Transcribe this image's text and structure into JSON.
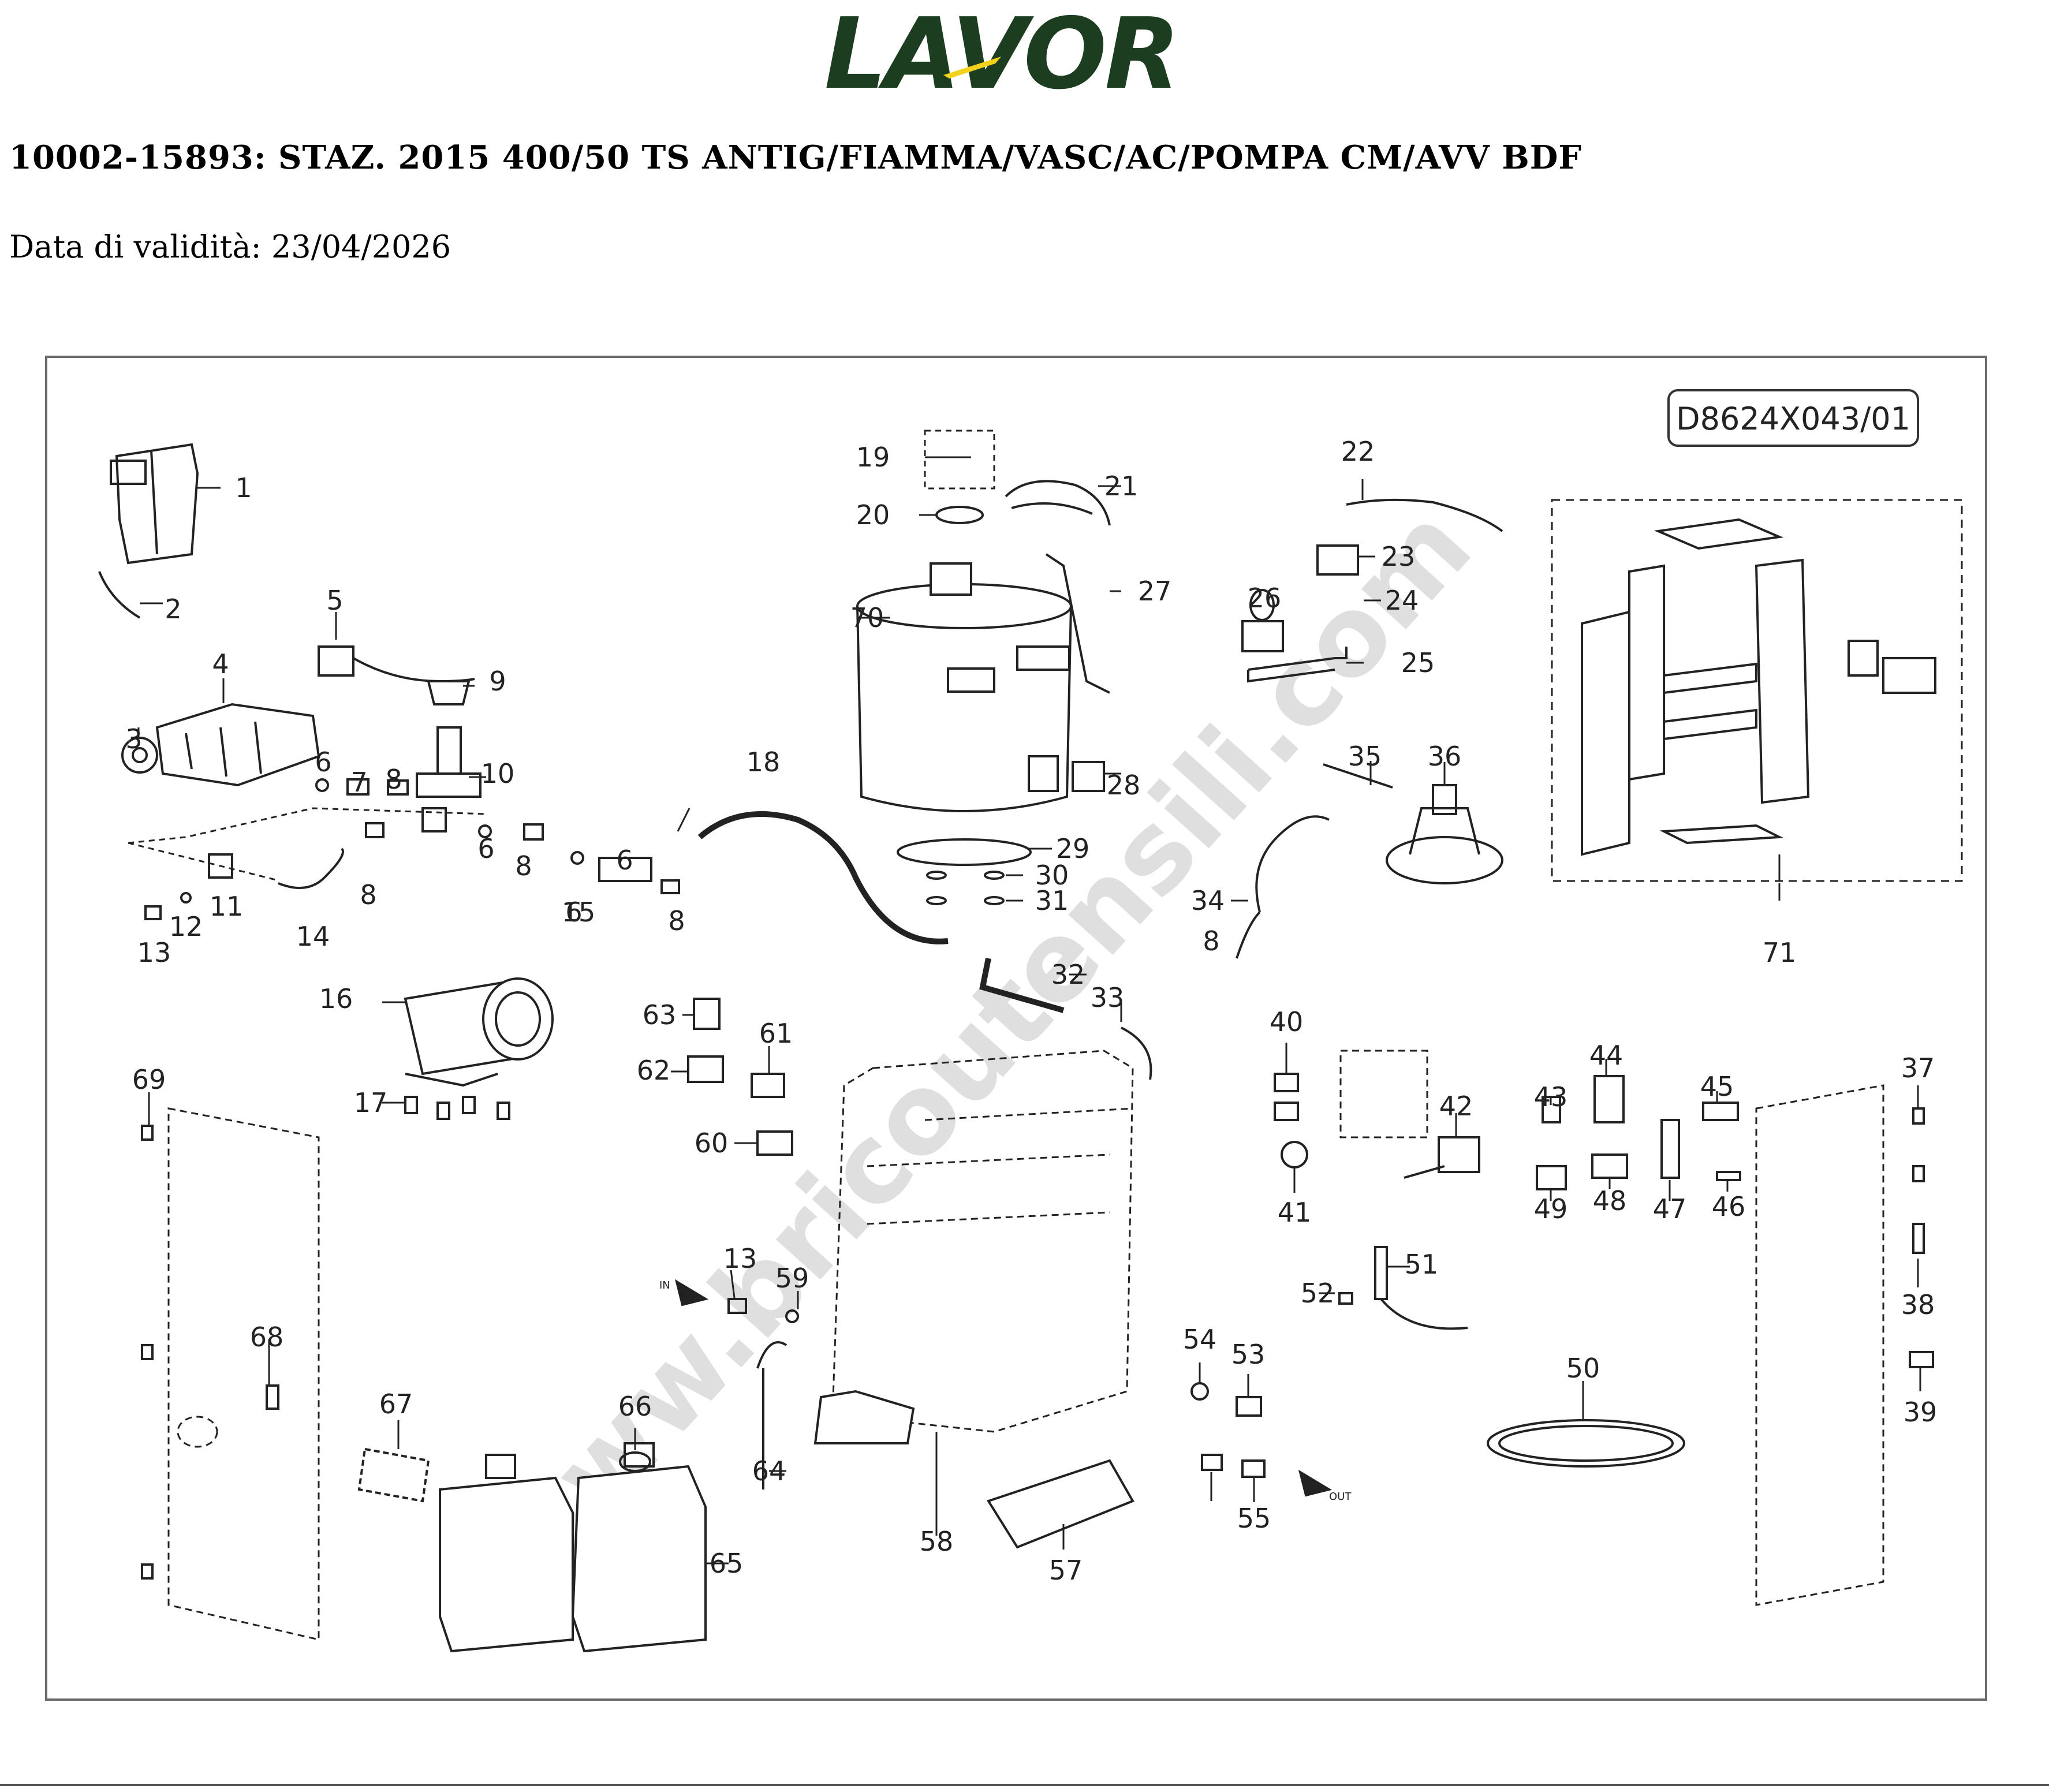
{
  "brand": {
    "logo_text": "LAVOR"
  },
  "document": {
    "title": "10002-15893: STAZ. 2015 400/50 TS ANTIG/FIAMMA/VASC/AC/POMPA CM/AVV BDF",
    "validity": "Data di validità: 23/04/2026"
  },
  "diagram": {
    "drawing_code": "D8624X043/01",
    "watermark": "www.bricoutensili.com",
    "flow_in": "IN",
    "flow_out": "OUT",
    "part_numbers": [
      "1",
      "2",
      "3",
      "4",
      "5",
      "6",
      "7",
      "8",
      "9",
      "10",
      "11",
      "12",
      "13",
      "14",
      "15",
      "16",
      "17",
      "18",
      "19",
      "20",
      "21",
      "22",
      "23",
      "24",
      "25",
      "26",
      "27",
      "28",
      "29",
      "30",
      "31",
      "32",
      "33",
      "34",
      "35",
      "36",
      "37",
      "38",
      "39",
      "40",
      "41",
      "42",
      "43",
      "44",
      "45",
      "46",
      "47",
      "48",
      "49",
      "50",
      "51",
      "52",
      "53",
      "54",
      "55",
      "57",
      "58",
      "59",
      "60",
      "61",
      "62",
      "63",
      "64",
      "65",
      "66",
      "67",
      "68",
      "69",
      "70",
      "71"
    ],
    "callouts": [
      {
        "n": "1"
      },
      {
        "n": "2"
      },
      {
        "n": "3"
      },
      {
        "n": "4"
      },
      {
        "n": "5"
      },
      {
        "n": "6"
      },
      {
        "n": "7"
      },
      {
        "n": "8"
      },
      {
        "n": "9"
      },
      {
        "n": "10"
      },
      {
        "n": "6"
      },
      {
        "n": "8"
      },
      {
        "n": "11"
      },
      {
        "n": "12"
      },
      {
        "n": "13"
      },
      {
        "n": "14"
      },
      {
        "n": "8"
      },
      {
        "n": "6"
      },
      {
        "n": "15"
      },
      {
        "n": "6"
      },
      {
        "n": "8"
      },
      {
        "n": "16"
      },
      {
        "n": "17"
      },
      {
        "n": "18"
      },
      {
        "n": "19"
      },
      {
        "n": "20"
      },
      {
        "n": "21"
      },
      {
        "n": "22"
      },
      {
        "n": "23"
      },
      {
        "n": "24"
      },
      {
        "n": "25"
      },
      {
        "n": "26"
      },
      {
        "n": "27"
      },
      {
        "n": "28"
      },
      {
        "n": "29"
      },
      {
        "n": "30"
      },
      {
        "n": "31"
      },
      {
        "n": "32"
      },
      {
        "n": "33"
      },
      {
        "n": "34"
      },
      {
        "n": "35"
      },
      {
        "n": "36"
      },
      {
        "n": "37"
      },
      {
        "n": "38"
      },
      {
        "n": "39"
      },
      {
        "n": "40"
      },
      {
        "n": "41"
      },
      {
        "n": "42"
      },
      {
        "n": "43"
      },
      {
        "n": "44"
      },
      {
        "n": "45"
      },
      {
        "n": "46"
      },
      {
        "n": "47"
      },
      {
        "n": "48"
      },
      {
        "n": "49"
      },
      {
        "n": "50"
      },
      {
        "n": "51"
      },
      {
        "n": "52"
      },
      {
        "n": "53"
      },
      {
        "n": "54"
      },
      {
        "n": "55"
      },
      {
        "n": "57"
      },
      {
        "n": "58"
      },
      {
        "n": "13"
      },
      {
        "n": "59"
      },
      {
        "n": "60"
      },
      {
        "n": "61"
      },
      {
        "n": "62"
      },
      {
        "n": "63"
      },
      {
        "n": "64"
      },
      {
        "n": "65"
      },
      {
        "n": "66"
      },
      {
        "n": "67"
      },
      {
        "n": "68"
      },
      {
        "n": "69"
      },
      {
        "n": "70"
      },
      {
        "n": "71"
      },
      {
        "n": "8"
      }
    ]
  },
  "colors": {
    "logo_green": "#1c3d1f",
    "logo_yellow": "#f2d21c",
    "line": "#222222",
    "watermark": "#d9d9d9"
  }
}
